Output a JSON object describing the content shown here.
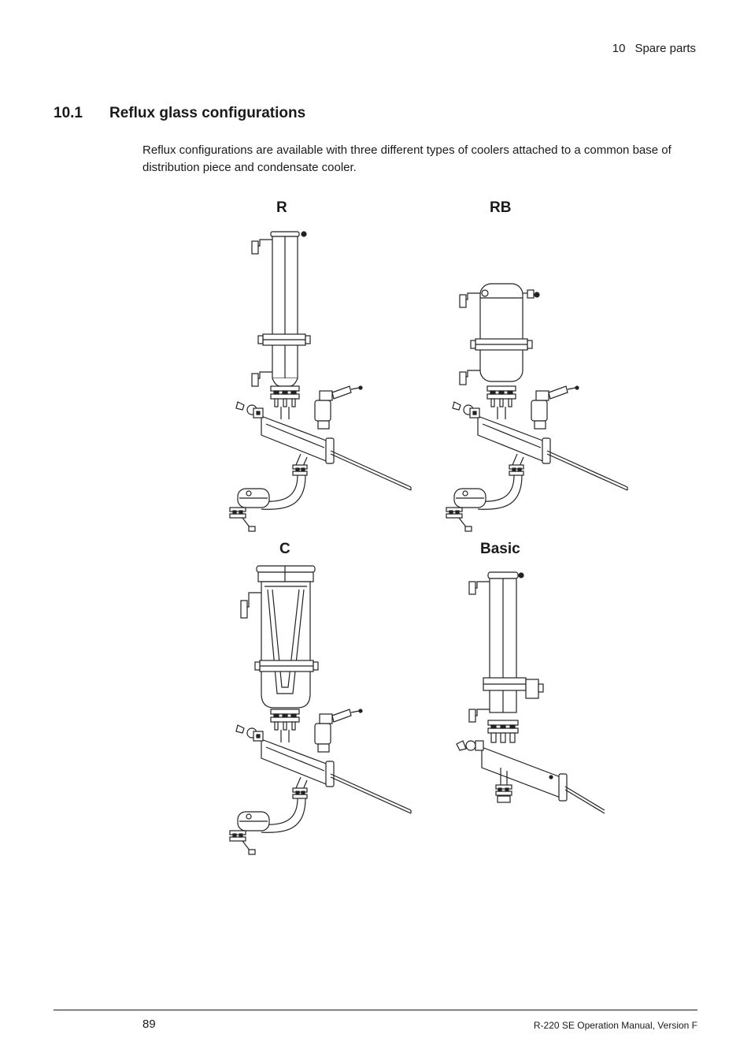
{
  "header": {
    "chapter_number": "10",
    "chapter_title": "Spare parts"
  },
  "section": {
    "number": "10.1",
    "title": "Reflux glass configurations",
    "intro": "Reflux configurations are available with three different types of coolers attached to a common base of distribution piece and condensate cooler."
  },
  "figures": [
    {
      "label": "R",
      "icon": "reflux-r-cooler-drawing"
    },
    {
      "label": "RB",
      "icon": "reflux-rb-cooler-drawing"
    },
    {
      "label": "C",
      "icon": "reflux-c-cooler-drawing"
    },
    {
      "label": "Basic",
      "icon": "reflux-basic-cooler-drawing"
    }
  ],
  "footer": {
    "page_number": "89",
    "document_id": "R-220 SE Operation Manual, Version F"
  }
}
